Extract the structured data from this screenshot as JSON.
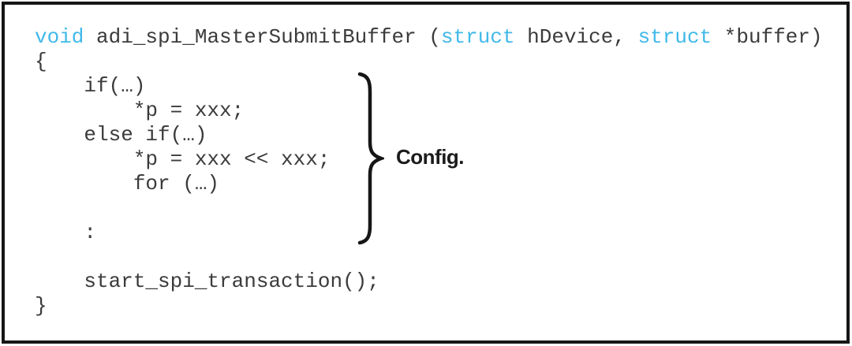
{
  "colors": {
    "frame": "#161616",
    "code_text": "#3b3b3b",
    "keyword": "#41b9e9",
    "annotation_text": "#1b1b1b",
    "background": "#ffffff"
  },
  "code": {
    "lines": [
      {
        "segments": [
          {
            "t": "void",
            "k": true
          },
          {
            "t": " adi_spi_MasterSubmitBuffer ("
          },
          {
            "t": "struct",
            "k": true
          },
          {
            "t": " hDevice, "
          },
          {
            "t": "struct",
            "k": true
          },
          {
            "t": " *buffer)"
          }
        ]
      },
      {
        "segments": [
          {
            "t": "{"
          }
        ]
      },
      {
        "segments": [
          {
            "t": "    if(…)"
          }
        ]
      },
      {
        "segments": [
          {
            "t": "        *p = xxx;"
          }
        ]
      },
      {
        "segments": [
          {
            "t": "    else if(…)"
          }
        ]
      },
      {
        "segments": [
          {
            "t": "        *p = xxx << xxx;"
          }
        ]
      },
      {
        "segments": [
          {
            "t": "        for (…)"
          }
        ]
      },
      {
        "segments": []
      },
      {
        "segments": [
          {
            "t": "    :"
          }
        ]
      },
      {
        "segments": []
      },
      {
        "segments": [
          {
            "t": "    start_spi_transaction();"
          }
        ]
      },
      {
        "segments": [
          {
            "t": "}"
          }
        ]
      }
    ]
  },
  "annotation": {
    "label": "Config."
  }
}
